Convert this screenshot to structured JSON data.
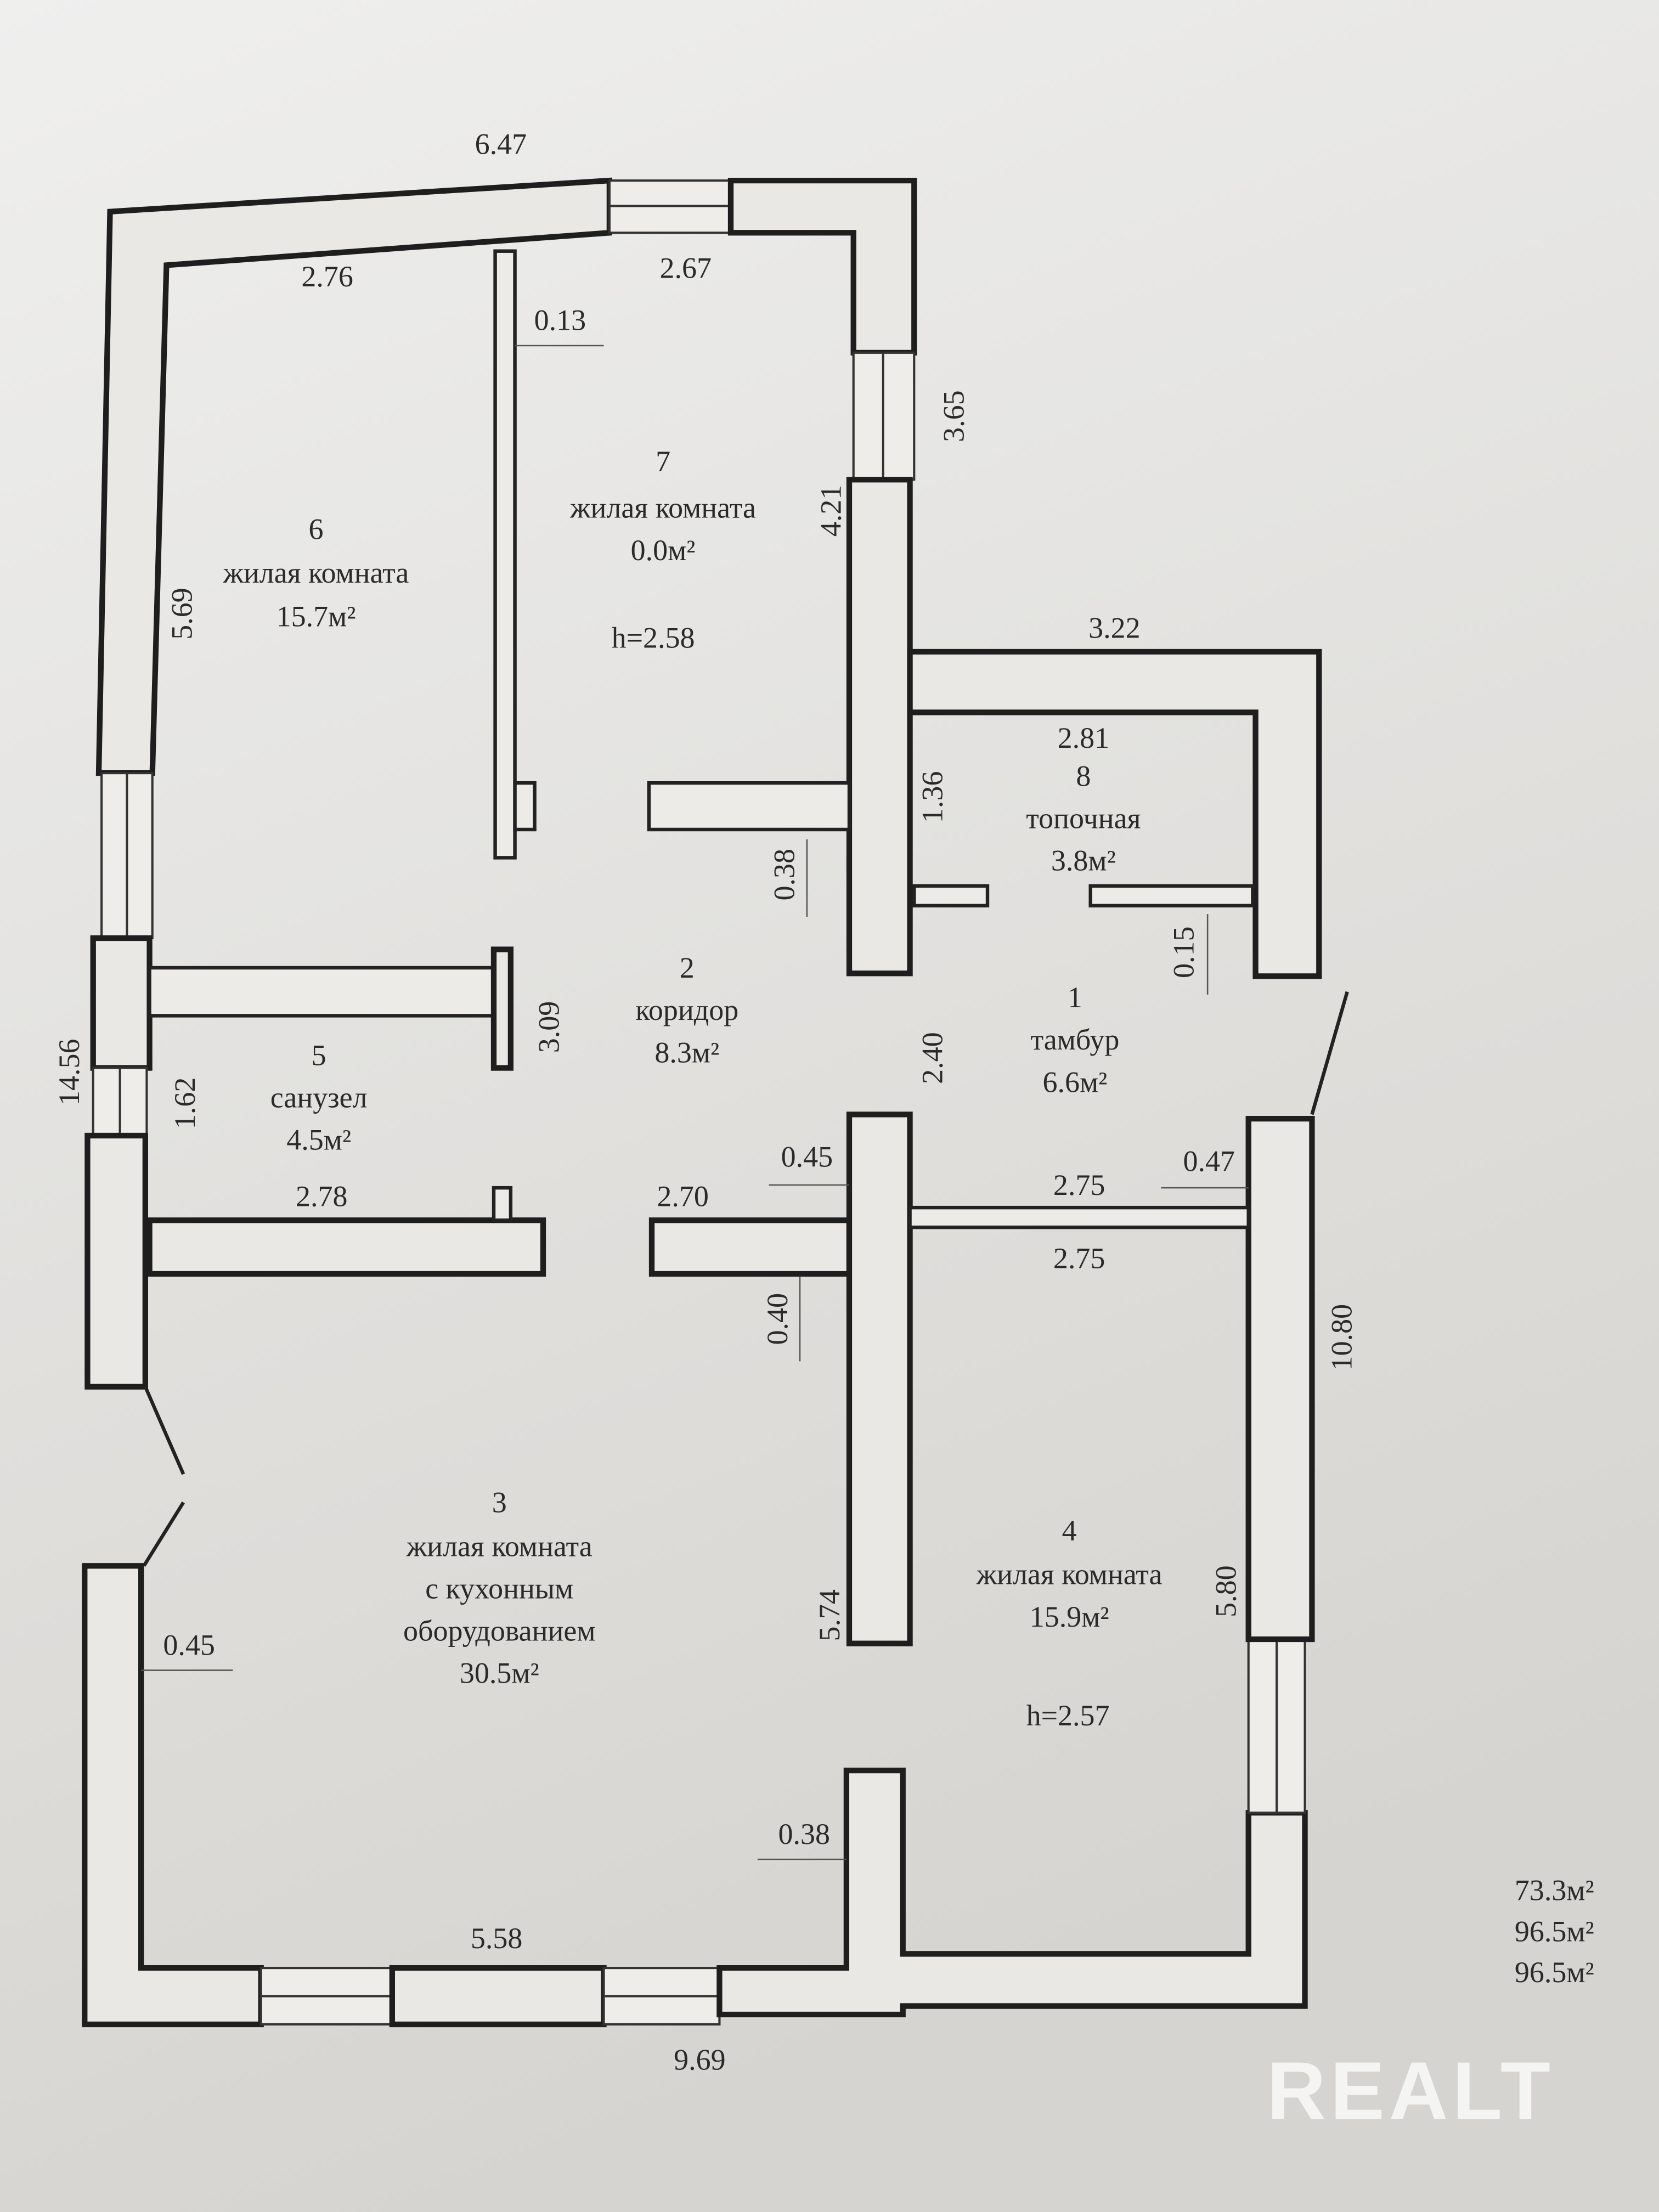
{
  "rooms": [
    {
      "number": "1",
      "name": "тамбур",
      "area": "6.6м²"
    },
    {
      "number": "2",
      "name": "коридор",
      "area": "8.3м²"
    },
    {
      "number": "3",
      "name": "жилая комната",
      "name2": "с кухонным",
      "name3": "оборудованием",
      "area": "30.5м²"
    },
    {
      "number": "4",
      "name": "жилая комната",
      "area": "15.9м²",
      "height": "h=2.57"
    },
    {
      "number": "5",
      "name": "санузел",
      "area": "4.5м²"
    },
    {
      "number": "6",
      "name": "жилая комната",
      "area": "15.7м²"
    },
    {
      "number": "7",
      "name": "жилая комната",
      "area": "0.0м²",
      "height": "h=2.58"
    },
    {
      "number": "8",
      "name": "топочная",
      "area": "3.8м²"
    }
  ],
  "dims": [
    "6.47",
    "2.76",
    "2.67",
    "0.13",
    "3.65",
    "4.21",
    "5.69",
    "3.22",
    "2.81",
    "1.36",
    "0.38",
    "0.15",
    "3.09",
    "2.40",
    "14.56",
    "1.62",
    "0.45",
    "0.47",
    "2.75",
    "2.78",
    "2.70",
    "2.75",
    "0.40",
    "10.80",
    "5.80",
    "5.74",
    "0.45",
    "0.38",
    "5.58",
    "9.69"
  ],
  "totals": [
    "73.3м²",
    "96.5м²",
    "96.5м²"
  ],
  "watermark": "REALT"
}
